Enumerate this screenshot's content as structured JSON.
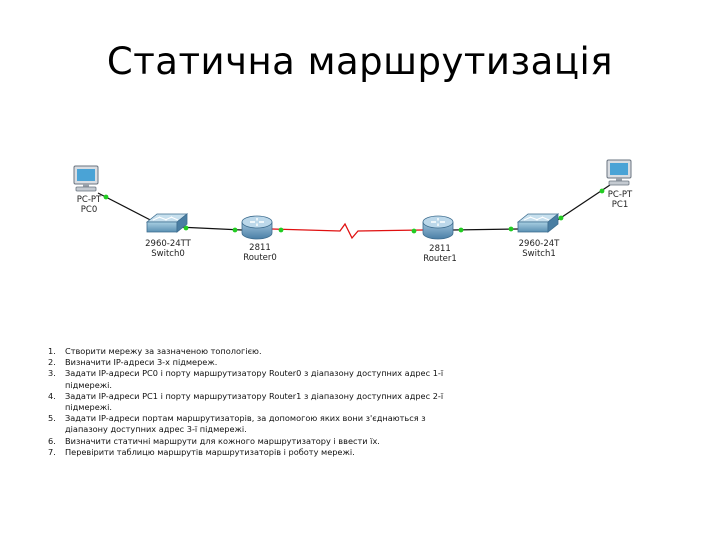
{
  "slide": {
    "title": "Статична маршрутизація"
  },
  "topology": {
    "devices": [
      {
        "id": "pc0",
        "kind": "pc",
        "model": "PC-PT",
        "name": "PC0"
      },
      {
        "id": "switch0",
        "kind": "switch",
        "model": "2960-24TT",
        "name": "Switch0"
      },
      {
        "id": "router0",
        "kind": "router",
        "model": "2811",
        "name": "Router0"
      },
      {
        "id": "router1",
        "kind": "router",
        "model": "2811",
        "name": "Router1"
      },
      {
        "id": "switch1",
        "kind": "switch",
        "model": "2960-24T",
        "name": "Switch1"
      },
      {
        "id": "pc1",
        "kind": "pc",
        "model": "PC-PT",
        "name": "PC1"
      }
    ],
    "link_colors": {
      "ethernet": "#111111",
      "serial": "#e01010",
      "port_up": "#22cc22"
    }
  },
  "tasks": [
    {
      "num": "1.",
      "text": "Створити мережу за зазначеною топологією."
    },
    {
      "num": "2.",
      "text": "Визначити IP-адреси 3-х підмереж."
    },
    {
      "num": "3.",
      "text": "Задати IP-адреси PC0 і порту маршрутизатору Router0 з діапазону доступних адрес 1-ї підмережі."
    },
    {
      "num": "4.",
      "text": "Задати IP-адреси PC1 і порту маршрутизатору Router1 з діапазону доступних адрес 2-ї підмережі."
    },
    {
      "num": "5.",
      "text": "Задати IP-адреси портам маршрутизаторів, за допомогою яких вони з'єднаються з діапазону доступних адрес 3-ї підмережі."
    },
    {
      "num": "6.",
      "text": "Визначити статичні маршрути для кожного маршрутизатору і ввести їх."
    },
    {
      "num": "7.",
      "text": "Перевірити таблицю маршрутів маршрутизаторів і роботу мережі."
    }
  ]
}
